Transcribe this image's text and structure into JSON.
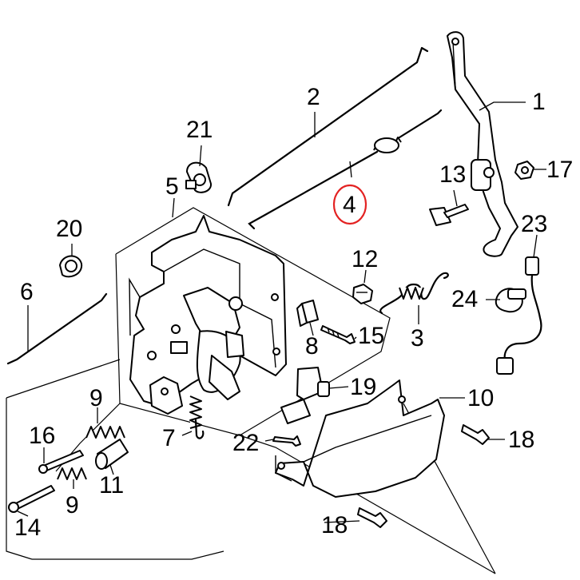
{
  "callouts": [
    {
      "id": "c1",
      "label": "1"
    },
    {
      "id": "c2",
      "label": "2"
    },
    {
      "id": "c3",
      "label": "3"
    },
    {
      "id": "c4",
      "label": "4",
      "highlighted": true
    },
    {
      "id": "c5",
      "label": "5"
    },
    {
      "id": "c6",
      "label": "6"
    },
    {
      "id": "c7",
      "label": "7"
    },
    {
      "id": "c8",
      "label": "8"
    },
    {
      "id": "c9a",
      "label": "9"
    },
    {
      "id": "c9b",
      "label": "9"
    },
    {
      "id": "c10",
      "label": "10"
    },
    {
      "id": "c11",
      "label": "11"
    },
    {
      "id": "c12",
      "label": "12"
    },
    {
      "id": "c13",
      "label": "13"
    },
    {
      "id": "c14",
      "label": "14"
    },
    {
      "id": "c15",
      "label": "15"
    },
    {
      "id": "c16",
      "label": "16"
    },
    {
      "id": "c17",
      "label": "17"
    },
    {
      "id": "c18a",
      "label": "18"
    },
    {
      "id": "c18b",
      "label": "18"
    },
    {
      "id": "c19",
      "label": "19"
    },
    {
      "id": "c20",
      "label": "20"
    },
    {
      "id": "c21",
      "label": "21"
    },
    {
      "id": "c22",
      "label": "22"
    },
    {
      "id": "c23",
      "label": "23"
    },
    {
      "id": "c24",
      "label": "24"
    }
  ],
  "colors": {
    "line": "#000000",
    "background": "#ffffff",
    "highlight": "#e32222"
  }
}
